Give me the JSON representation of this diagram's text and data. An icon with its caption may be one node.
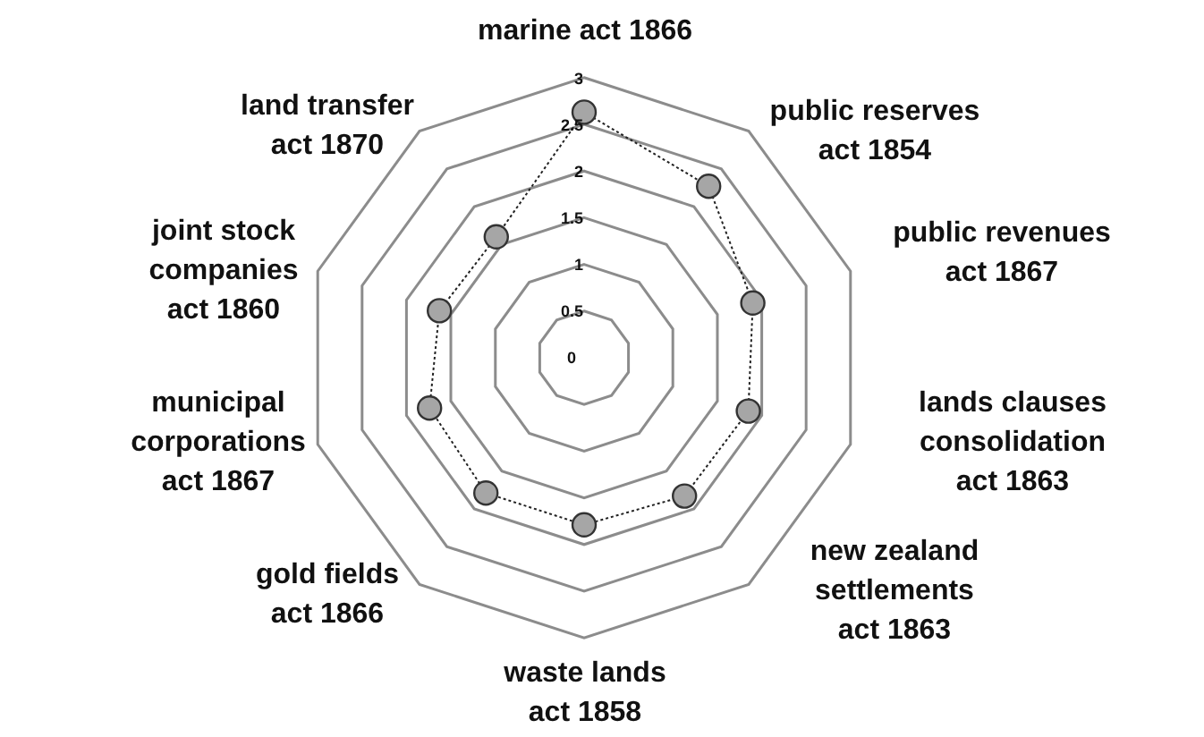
{
  "diagram": {
    "labels": [
      "marine act 1866",
      "3",
      "land transfer act 1870",
      "public reserves act 1854",
      "2.5",
      "2",
      "1.5",
      "joint stock companies act 1860",
      "public revenues act 1867",
      "1",
      "0.5",
      "0",
      "municipal corporations act 1867",
      "lands clauses consolidation act 1863",
      "gold fields act 1866",
      "new zealand settlements act 1863",
      "waste lands act 1858"
    ]
  }
}
